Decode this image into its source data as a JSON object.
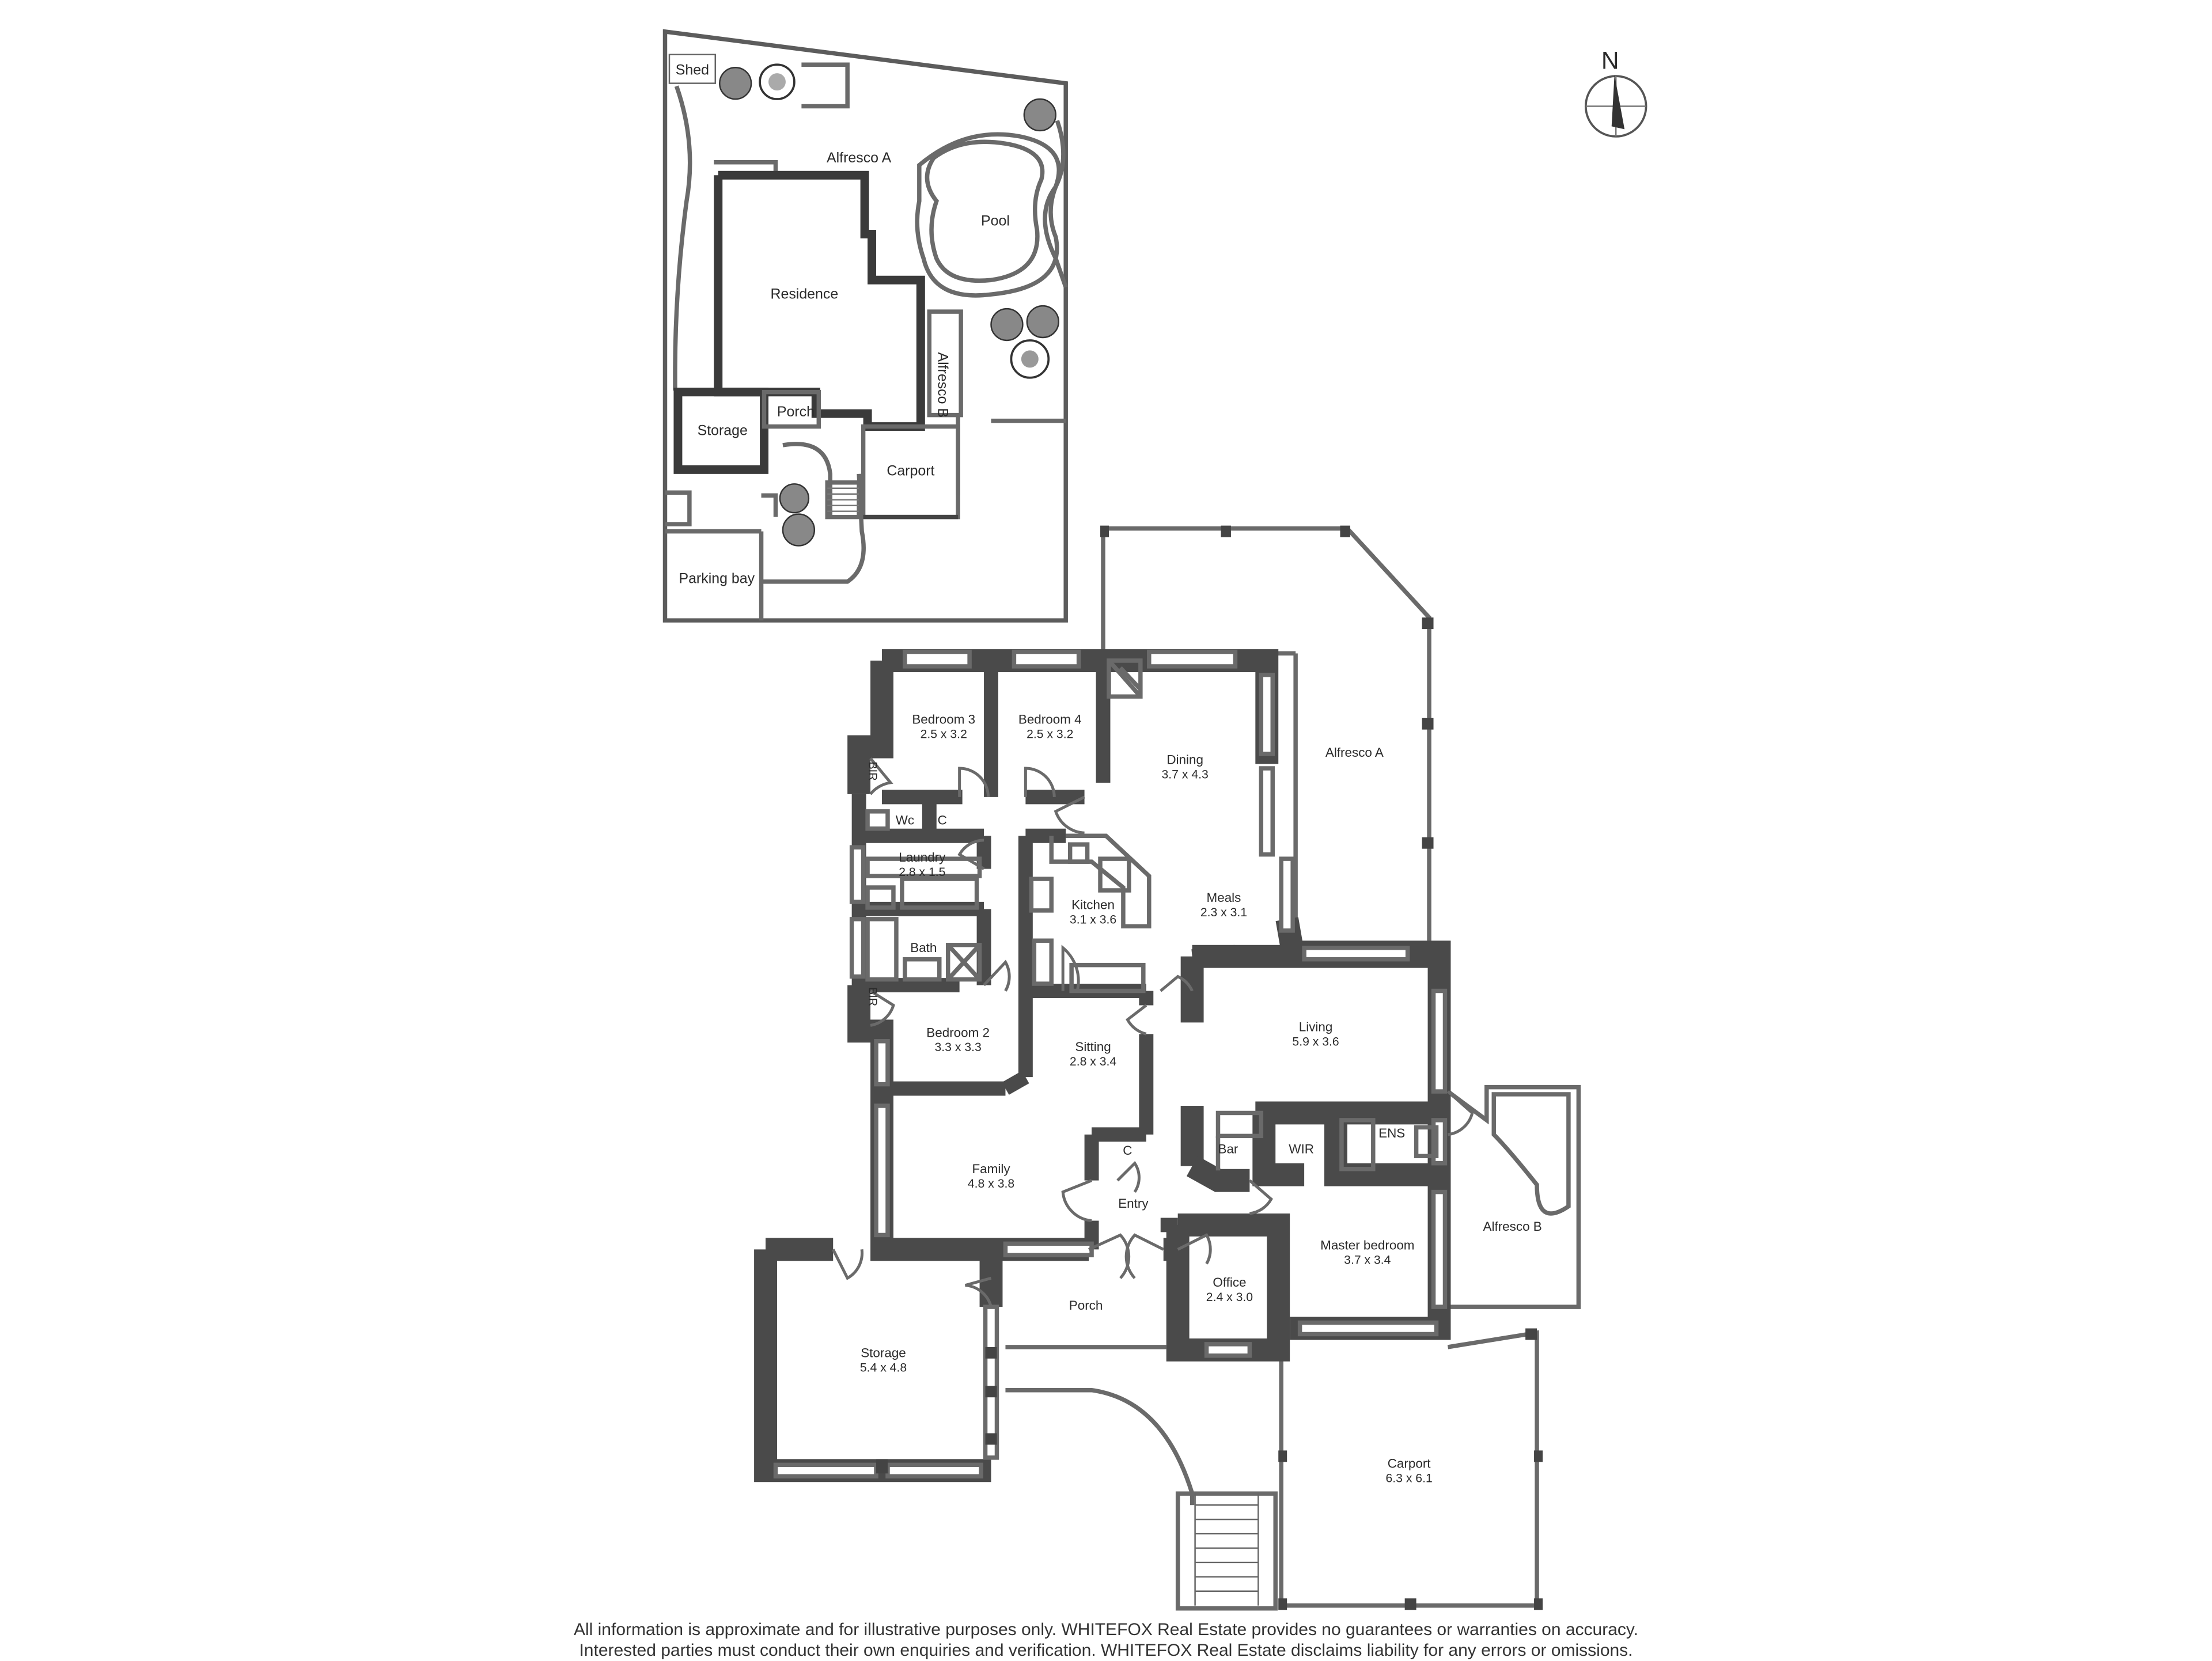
{
  "compass": {
    "label": "N"
  },
  "site_plan": {
    "labels": {
      "shed": "Shed",
      "alfresco_a": "Alfresco A",
      "pool": "Pool",
      "residence": "Residence",
      "alfresco_b": "Alfresco B",
      "storage": "Storage",
      "porch": "Porch",
      "carport": "Carport",
      "parking_bay": "Parking bay"
    }
  },
  "floor_plan": {
    "rooms": {
      "bedroom3": {
        "name": "Bedroom 3",
        "dims": "2.5 x 3.2"
      },
      "bedroom4": {
        "name": "Bedroom 4",
        "dims": "2.5 x 3.2"
      },
      "dining": {
        "name": "Dining",
        "dims": "3.7 x 4.3"
      },
      "alfresco_a": {
        "name": "Alfresco A"
      },
      "bir_top": {
        "name": "BIR"
      },
      "wc": {
        "name": "Wc"
      },
      "c_top": {
        "name": "C"
      },
      "laundry": {
        "name": "Laundry",
        "dims": "2.8 x 1.5"
      },
      "kitchen": {
        "name": "Kitchen",
        "dims": "3.1 x 3.6"
      },
      "meals": {
        "name": "Meals",
        "dims": "2.3 x 3.1"
      },
      "bath": {
        "name": "Bath"
      },
      "bir_bottom": {
        "name": "BIR"
      },
      "bedroom2": {
        "name": "Bedroom 2",
        "dims": "3.3 x 3.3"
      },
      "sitting": {
        "name": "Sitting",
        "dims": "2.8 x 3.4"
      },
      "living": {
        "name": "Living",
        "dims": "5.9 x 3.6"
      },
      "bar": {
        "name": "Bar"
      },
      "wir": {
        "name": "WIR"
      },
      "ens": {
        "name": "ENS"
      },
      "c_mid": {
        "name": "C"
      },
      "family": {
        "name": "Family",
        "dims": "4.8 x 3.8"
      },
      "entry": {
        "name": "Entry"
      },
      "alfresco_b": {
        "name": "Alfresco B"
      },
      "master": {
        "name": "Master bedroom",
        "dims": "3.7 x 3.4"
      },
      "office": {
        "name": "Office",
        "dims": "2.4 x 3.0"
      },
      "porch": {
        "name": "Porch"
      },
      "storage": {
        "name": "Storage",
        "dims": "5.4 x 4.8"
      },
      "carport": {
        "name": "Carport",
        "dims": "6.3 x 6.1"
      }
    }
  },
  "disclaimer": {
    "line1": "All information is approximate and for illustrative purposes only. WHITEFOX Real Estate provides no guarantees or warranties on accuracy.",
    "line2": "Interested parties must conduct their own enquiries and verification. WHITEFOX Real Estate disclaims liability for any errors or omissions."
  }
}
